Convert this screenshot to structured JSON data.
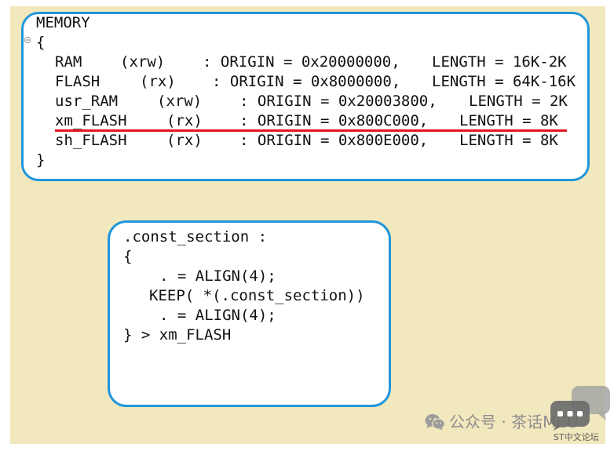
{
  "colors": {
    "background": "#F2E8BE",
    "box_border": "#2096DB",
    "code_text": "#111111",
    "highlight_underline": "#E3161E",
    "watermark_text": "#8E8E8E",
    "watermark_icon": "#9C9C9C",
    "forum_icon_back": "#A5A5A5",
    "forum_icon_front": "#6B6B6B",
    "forum_text": "#5A5A5A"
  },
  "memory_block": {
    "header": "MEMORY",
    "fold_icon": "fold-collapse-icon",
    "open_brace": "{",
    "regions": [
      {
        "name": "RAM",
        "attributes": "(xrw)",
        "origin": ": ORIGIN = 0x20000000,",
        "length": "LENGTH = 16K-2K",
        "underlined": false
      },
      {
        "name": "FLASH",
        "attributes": "(rx)",
        "origin": ": ORIGIN = 0x8000000,",
        "length": "LENGTH = 64K-16K",
        "underlined": false
      },
      {
        "name": "usr_RAM",
        "attributes": "(xrw)",
        "origin": ": ORIGIN = 0x20003800,",
        "length": "LENGTH = 2K",
        "underlined": false
      },
      {
        "name": "xm_FLASH",
        "attributes": "(rx)",
        "origin": ": ORIGIN = 0x800C000,",
        "length": "LENGTH = 8K",
        "underlined": true
      },
      {
        "name": "sh_FLASH",
        "attributes": "(rx)",
        "origin": ": ORIGIN = 0x800E000,",
        "length": "LENGTH = 8K",
        "underlined": false
      }
    ],
    "close_brace": "}"
  },
  "section_block": {
    "lines": [
      ".const_section :",
      "{",
      ". = ALIGN(4);",
      "KEEP( *(.const_section))",
      ". = ALIGN(4);",
      "} > xm_FLASH"
    ]
  },
  "watermark": {
    "account_icon": "wechat-icon",
    "account_label": "公众号 · 茶话MCU",
    "forum_icon": "chat-bubble-icon",
    "forum_label": "ST中文论坛"
  }
}
